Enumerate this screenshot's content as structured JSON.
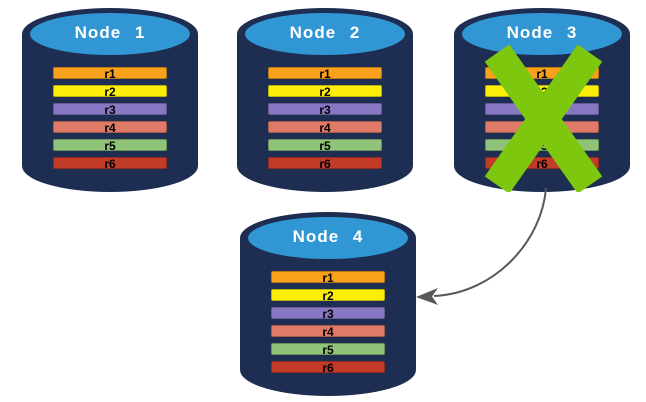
{
  "diagram": {
    "description": "Replicated database cluster: four nodes each holding replicas r1-r6; failed Node 3 hands its data off to new Node 4",
    "colors": {
      "background": "#FFFFFF",
      "cylinder_body": "#1E2E52",
      "cylinder_top": "#3097D4",
      "node_label_text": "#FFFFFF",
      "replica_label_text": "#000000",
      "failure_x": "#7DC80E",
      "arrow": "#595959"
    },
    "icons": {
      "failure": "x-mark-icon",
      "transfer": "curved-arrow-icon"
    },
    "replicas": [
      {
        "label": "r1",
        "color": "#F9A11B"
      },
      {
        "label": "r2",
        "color": "#FBEE09"
      },
      {
        "label": "r3",
        "color": "#8878C3"
      },
      {
        "label": "r4",
        "color": "#DF7A66"
      },
      {
        "label": "r5",
        "color": "#8FC377"
      },
      {
        "label": "r6",
        "color": "#C23A28"
      }
    ],
    "nodes": [
      {
        "label": "Node 1",
        "status": "active"
      },
      {
        "label": "Node 2",
        "status": "active"
      },
      {
        "label": "Node 3",
        "status": "failed"
      },
      {
        "label": "Node 4",
        "status": "active"
      }
    ]
  }
}
